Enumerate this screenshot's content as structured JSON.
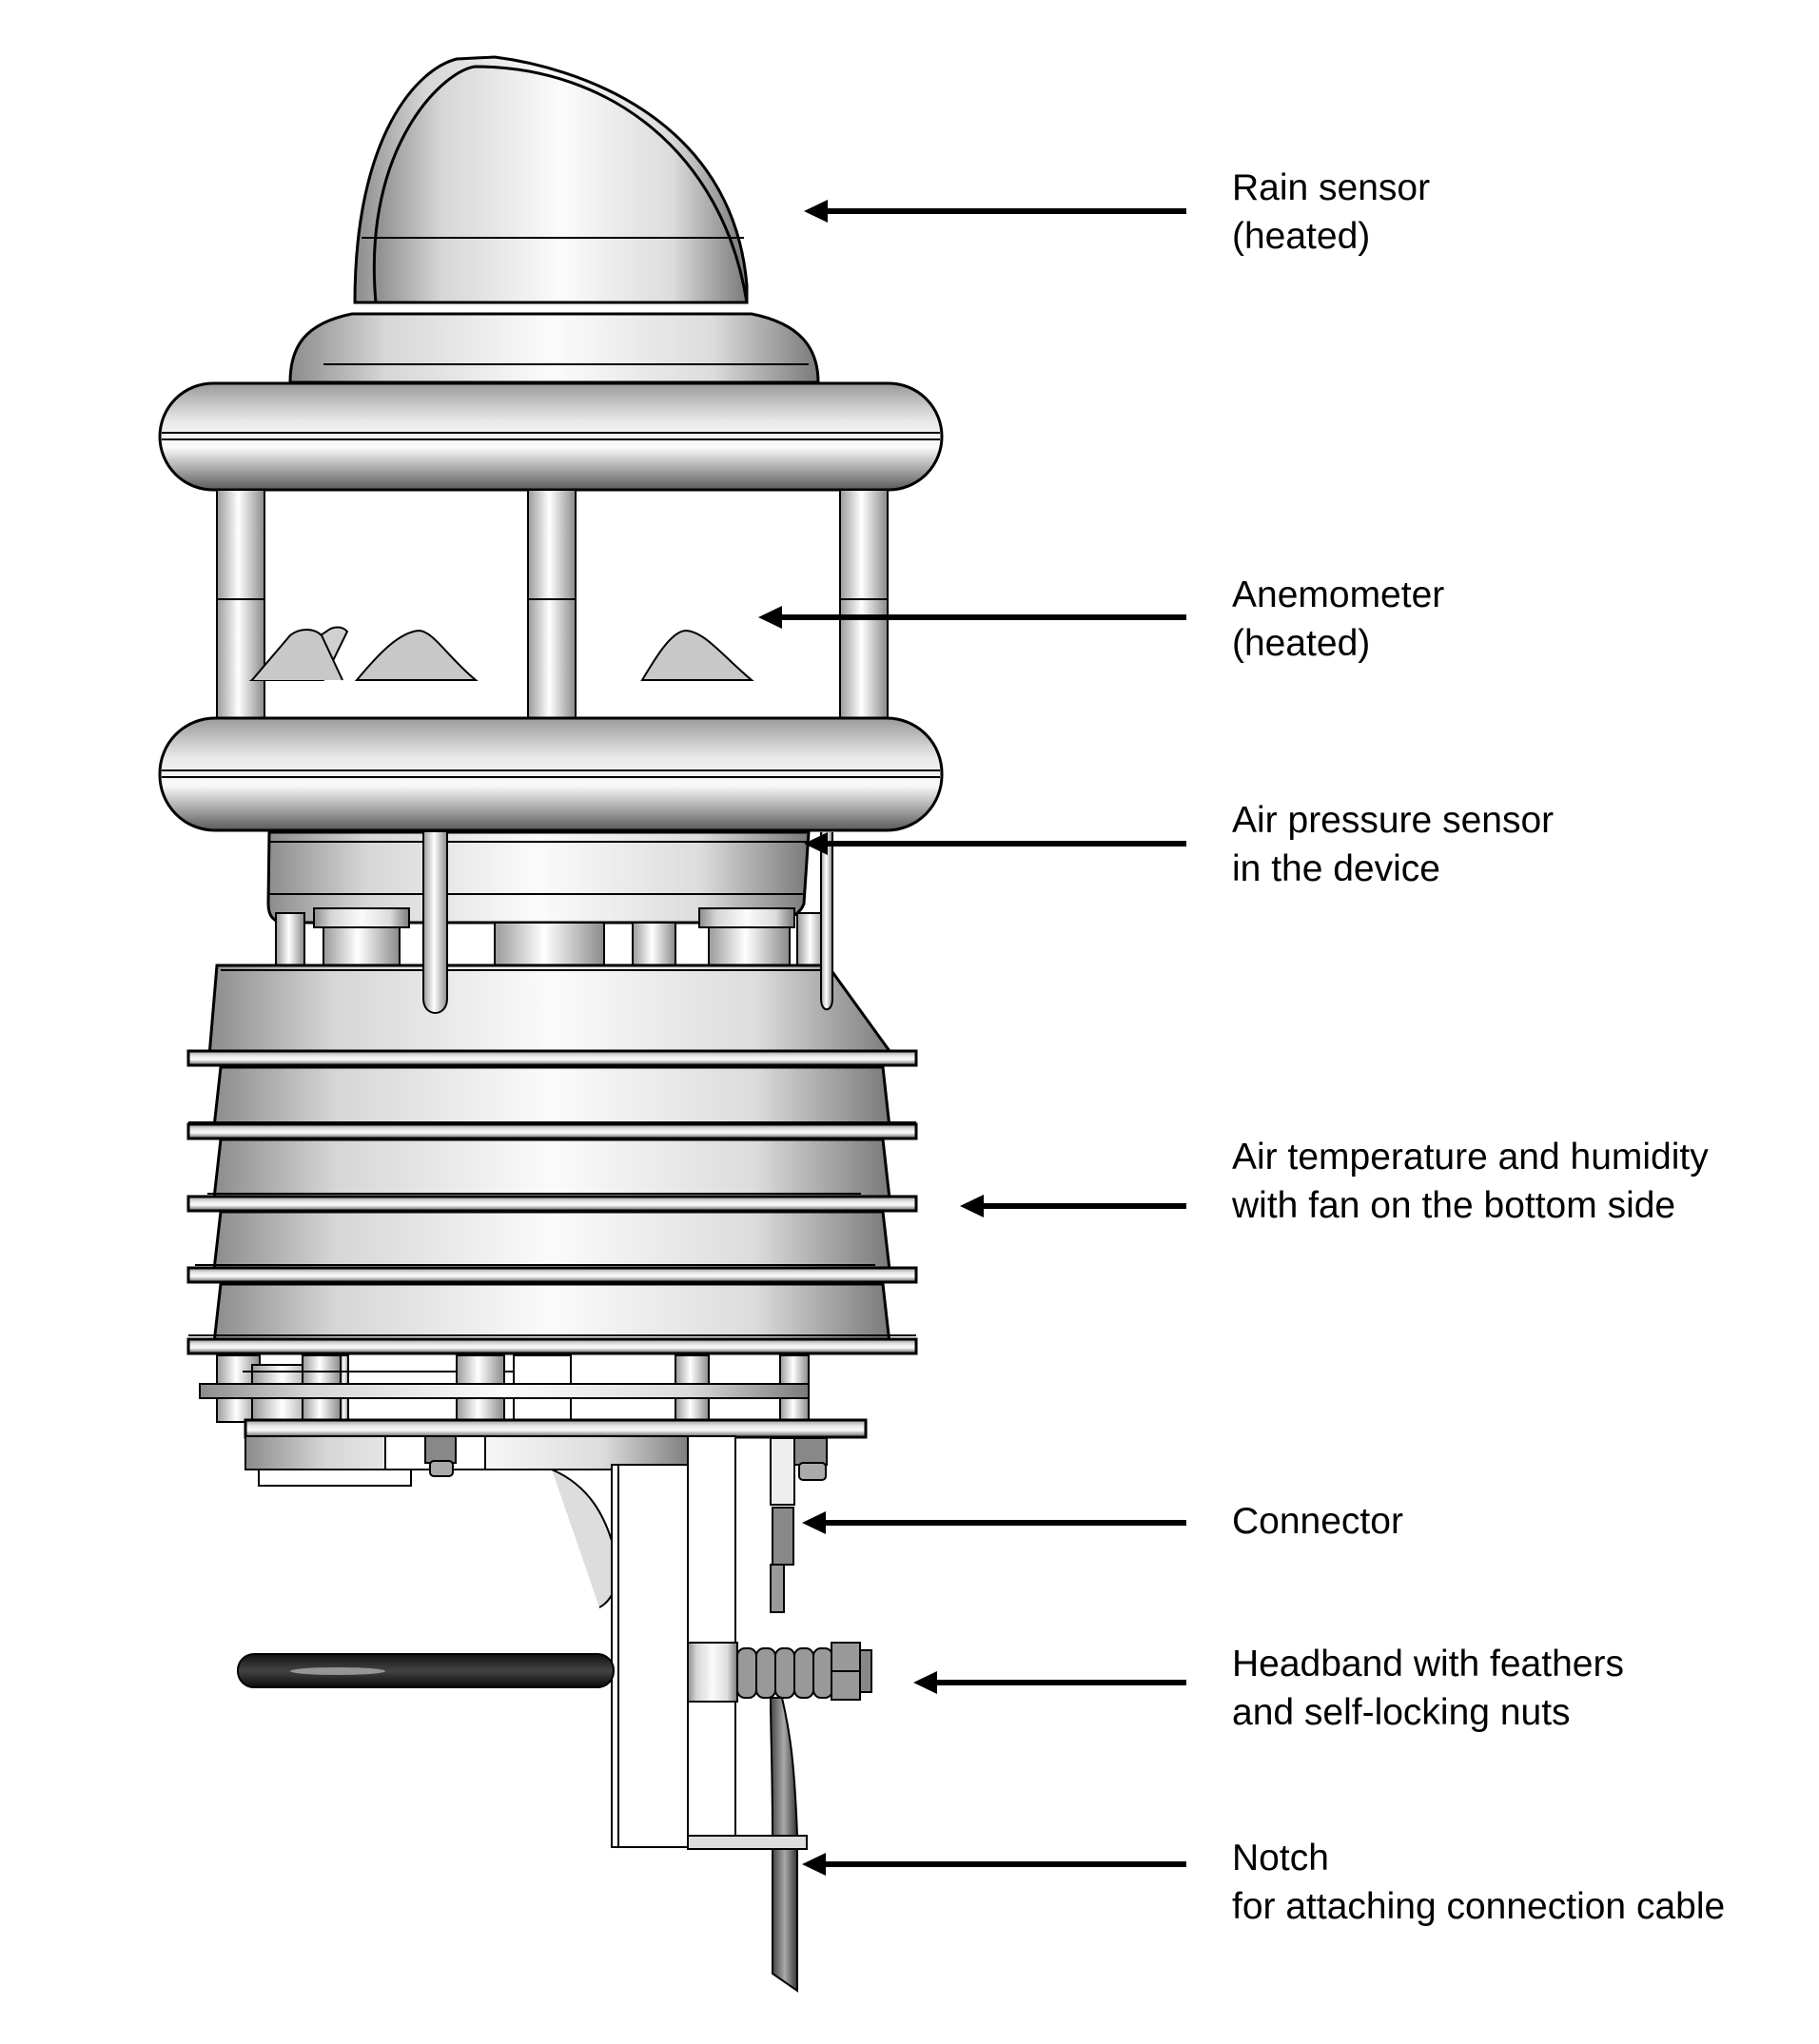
{
  "title": "Weather sensor components",
  "callouts": [
    {
      "id": "rain-sensor",
      "lines": [
        "Rain sensor",
        "(heated)"
      ]
    },
    {
      "id": "anemometer",
      "lines": [
        "Anemometer",
        "(heated)"
      ]
    },
    {
      "id": "air-pressure-sensor",
      "lines": [
        "Air pressure sensor",
        "in the device"
      ]
    },
    {
      "id": "air-temperature-humidity",
      "lines": [
        "Air temperature and humidity",
        "with fan on the bottom side"
      ]
    },
    {
      "id": "connector",
      "lines": [
        "Connector"
      ]
    },
    {
      "id": "headband",
      "lines": [
        "Headband with feathers",
        "and self-locking nuts"
      ]
    },
    {
      "id": "notch",
      "lines": [
        "Notch",
        "for attaching connection cable"
      ]
    }
  ],
  "colors": {
    "line": "#000000",
    "metal_light": "#f4f4f4",
    "metal_dark": "#8a8a8a",
    "rod": "#1a1a1a"
  }
}
